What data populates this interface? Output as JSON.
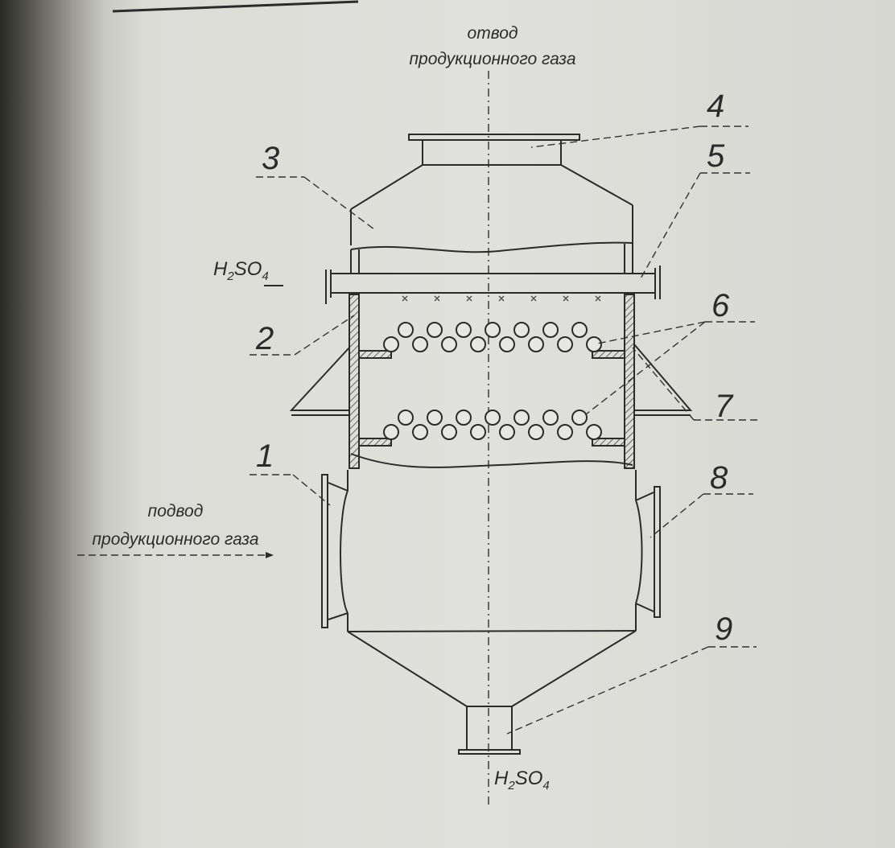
{
  "labels": {
    "top_flow_line1": "отвод",
    "top_flow_line2": "продукционного газа",
    "left_flow_line1": "подвод",
    "left_flow_line2": "продукционного газа",
    "acid_inlet_main": "H",
    "acid_inlet_sub2": "2",
    "acid_inlet_rest": "SO",
    "acid_inlet_sub4": "4",
    "acid_outlet_main": "H",
    "acid_outlet_sub2": "2",
    "acid_outlet_rest": "SO",
    "acid_outlet_sub4": "4"
  },
  "callouts": [
    "1",
    "2",
    "3",
    "4",
    "5",
    "6",
    "7",
    "8",
    "9"
  ]
}
